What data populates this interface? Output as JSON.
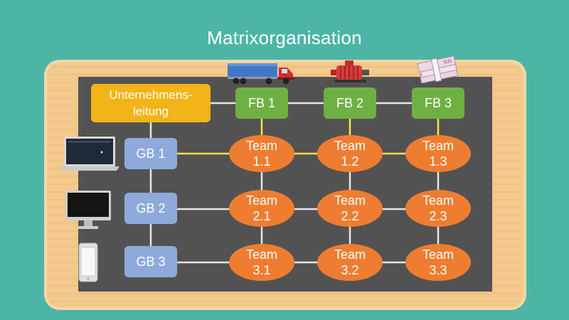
{
  "title": "Matrixorganisation",
  "ceo": {
    "line1": "Unternehmens-",
    "line2": "leitung"
  },
  "fb": [
    "FB 1",
    "FB 2",
    "FB 3"
  ],
  "gb": [
    "GB 1",
    "GB 2",
    "GB 3"
  ],
  "teams": [
    [
      {
        "a": "Team",
        "b": "1.1"
      },
      {
        "a": "Team",
        "b": "1.2"
      },
      {
        "a": "Team",
        "b": "1.3"
      }
    ],
    [
      {
        "a": "Team",
        "b": "2.1"
      },
      {
        "a": "Team",
        "b": "2.2"
      },
      {
        "a": "Team",
        "b": "2.3"
      }
    ],
    [
      {
        "a": "Team",
        "b": "3.1"
      },
      {
        "a": "Team",
        "b": "3.2"
      },
      {
        "a": "Team",
        "b": "3.3"
      }
    ]
  ],
  "colors": {
    "background": "#4db5a6",
    "board": "#f3c98d",
    "panel": "#535252",
    "ceo": "#f2b418",
    "fb": "#6fb043",
    "gb": "#8eaadb",
    "team": "#ee7d31",
    "highlight_line": "#f4e34a",
    "line": "#e6e6e6"
  },
  "icons": {
    "fb": [
      "truck-icon",
      "engine-icon",
      "money-stack-icon"
    ],
    "gb": [
      "laptop-icon",
      "monitor-icon",
      "smartphone-icon"
    ]
  },
  "money_label": "500"
}
